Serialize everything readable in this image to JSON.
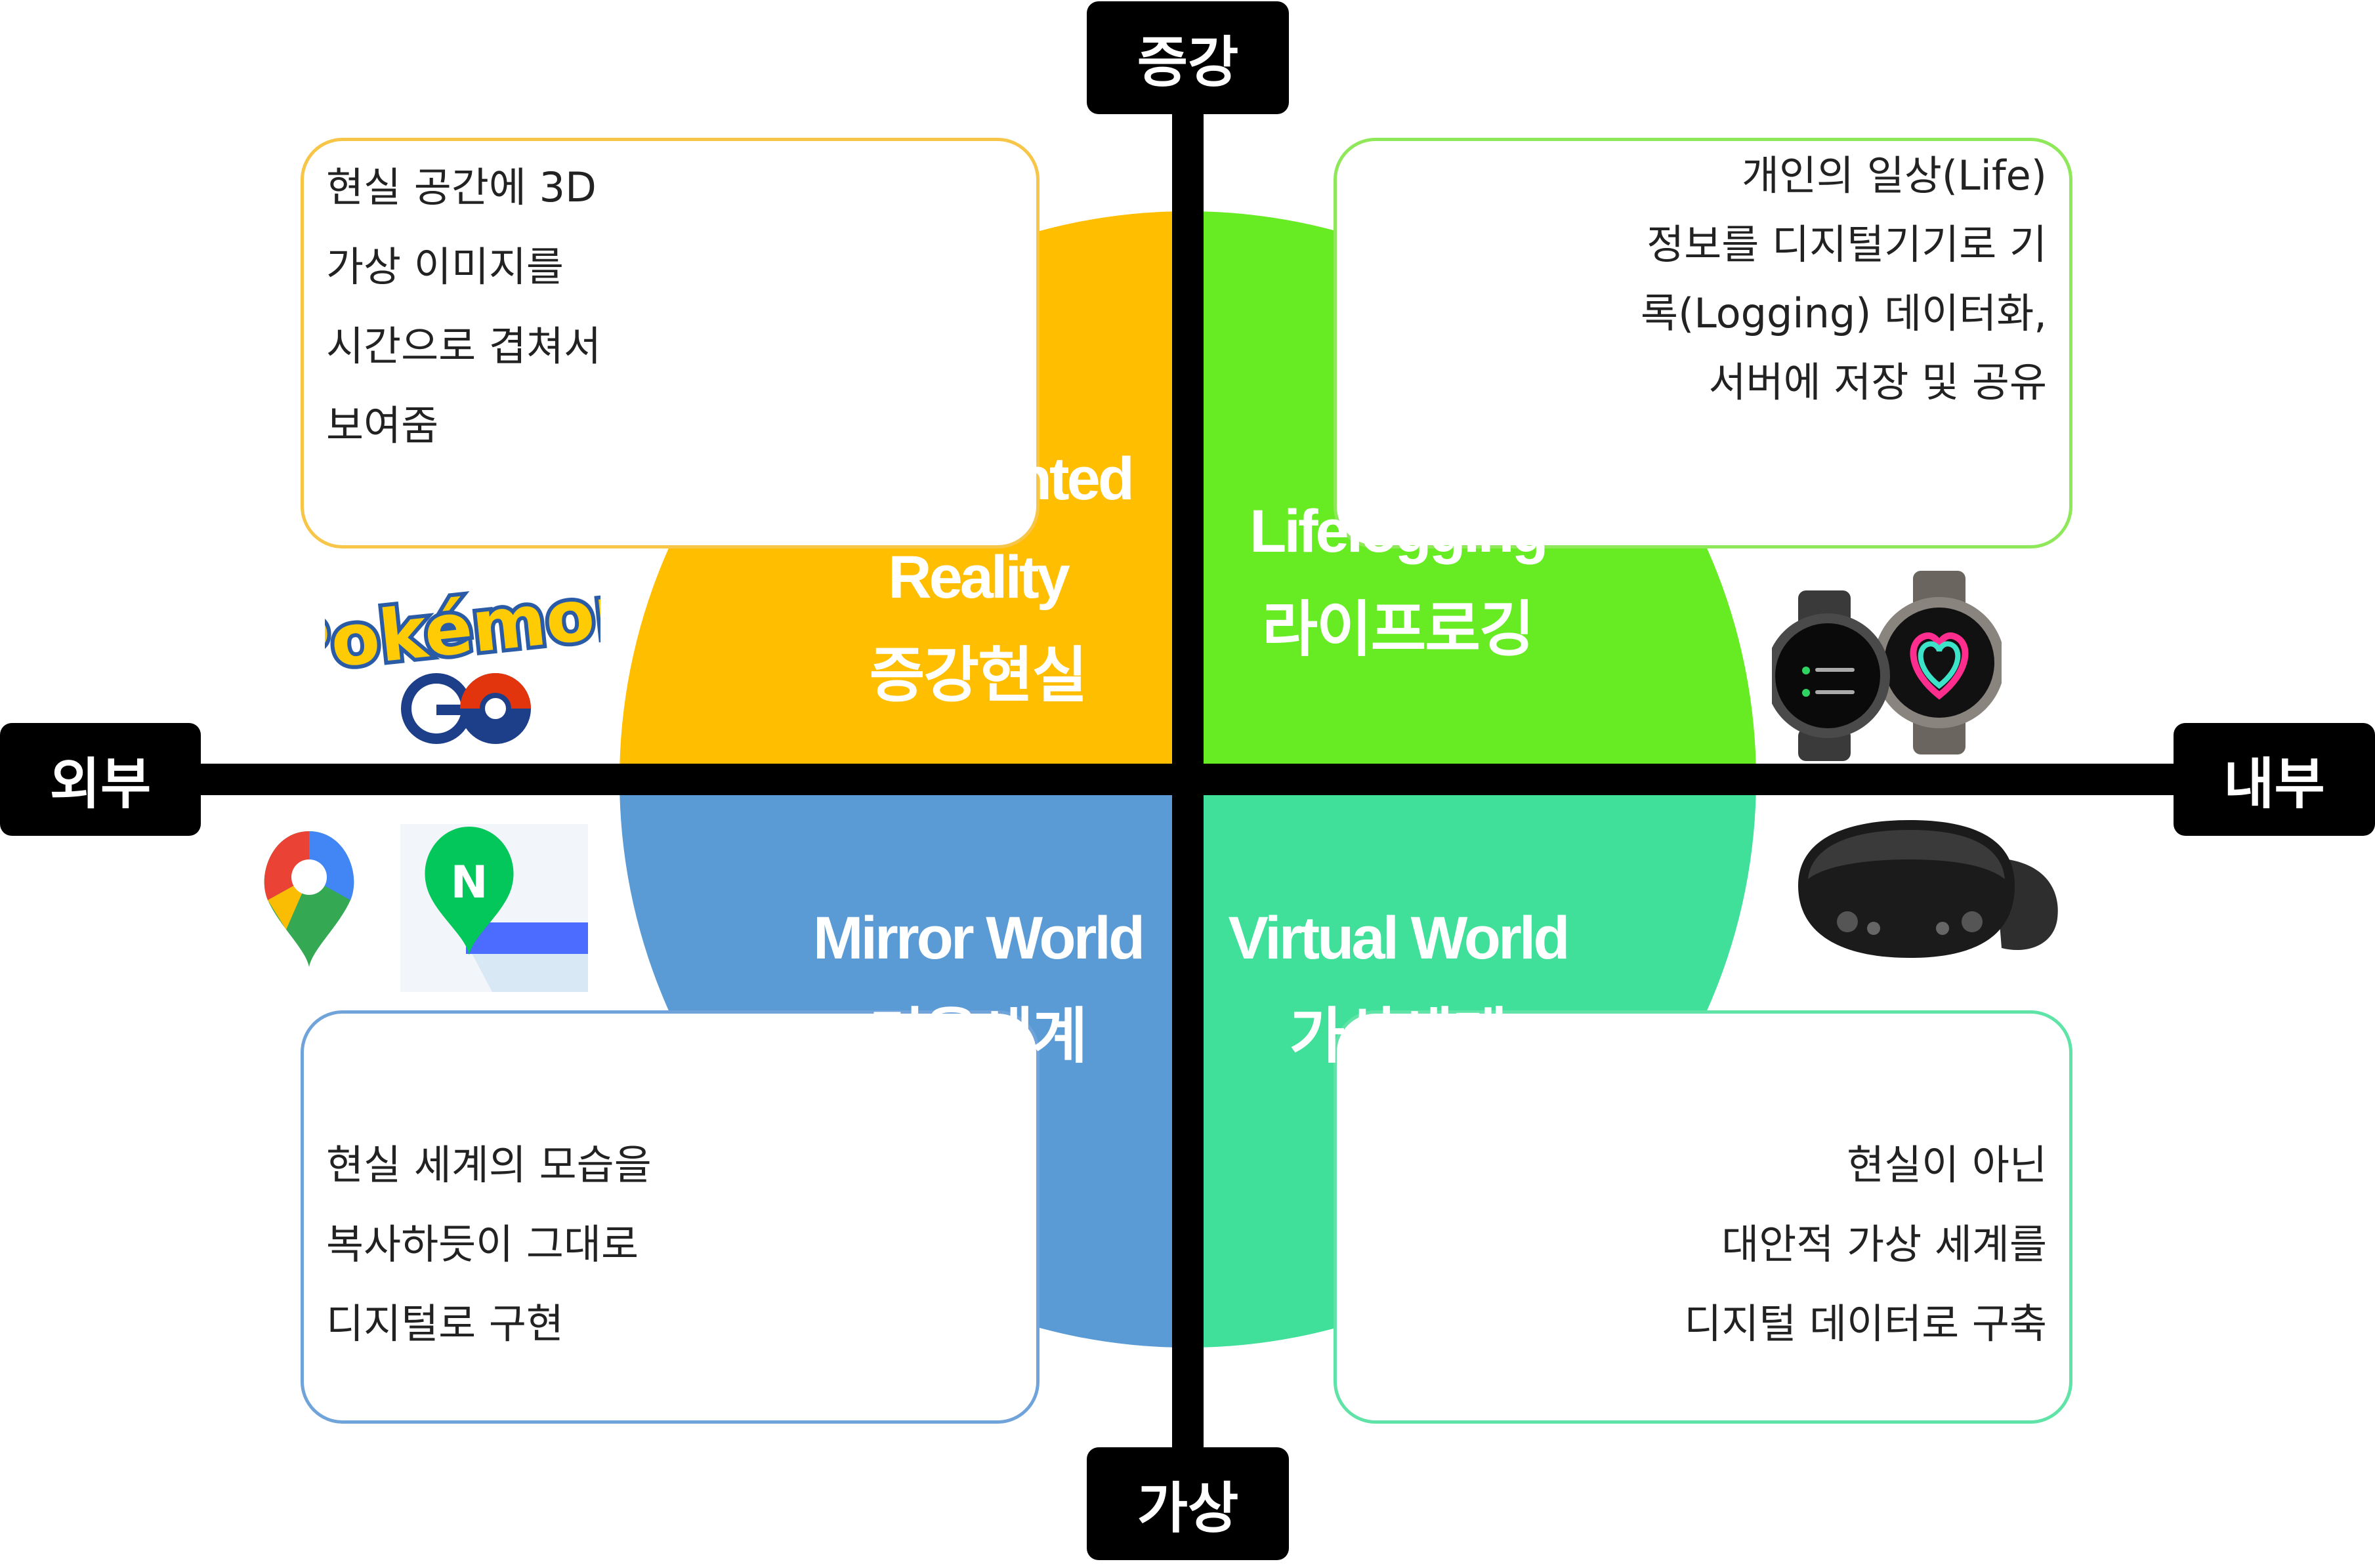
{
  "axes": {
    "top": "증강",
    "bottom": "가상",
    "left": "외부",
    "right": "내부"
  },
  "quadrants": {
    "augmented": {
      "title_lines": [
        "Augmented",
        "Reality",
        "증강현실"
      ],
      "color": "#FFBE00",
      "description_lines": [
        "현실 공간에 3D",
        "가상 이미지를",
        "시간으로 겹쳐서",
        "보여줌"
      ],
      "border_color": "#F7C548",
      "icon": "pokemon-go-logo"
    },
    "lifelogging": {
      "title_lines": [
        "Lifelogging",
        "라이프로깅"
      ],
      "color": "#67EC24",
      "description_lines": [
        "개인의 일상(Life)",
        "정보를 디지털기기로 기",
        "록(Logging) 데이터화,",
        "서버에 저장 및 공유"
      ],
      "border_color": "#8EE85A",
      "icon": "smartwatch"
    },
    "mirror": {
      "title_lines": [
        "Mirror World",
        "거울세계"
      ],
      "color": "#5B9BD5",
      "description_lines": [
        "현실 세계의 모습을",
        "복사하듯이 그대로",
        "디지털로 구현"
      ],
      "border_color": "#6FA3DA",
      "icons": [
        "google-maps-pin",
        "naver-map-pin"
      ],
      "naver_letter": "N"
    },
    "virtual": {
      "title_lines": [
        "Virtual World",
        "가상세계"
      ],
      "color": "#40E09A",
      "description_lines": [
        "현실이 아닌",
        "대안적 가상 세계를",
        "디지털 데이터로 구축"
      ],
      "border_color": "#5FE3A6",
      "icon": "vr-headset"
    }
  },
  "colors": {
    "axis": "#000000",
    "background": "#FFFFFF"
  }
}
